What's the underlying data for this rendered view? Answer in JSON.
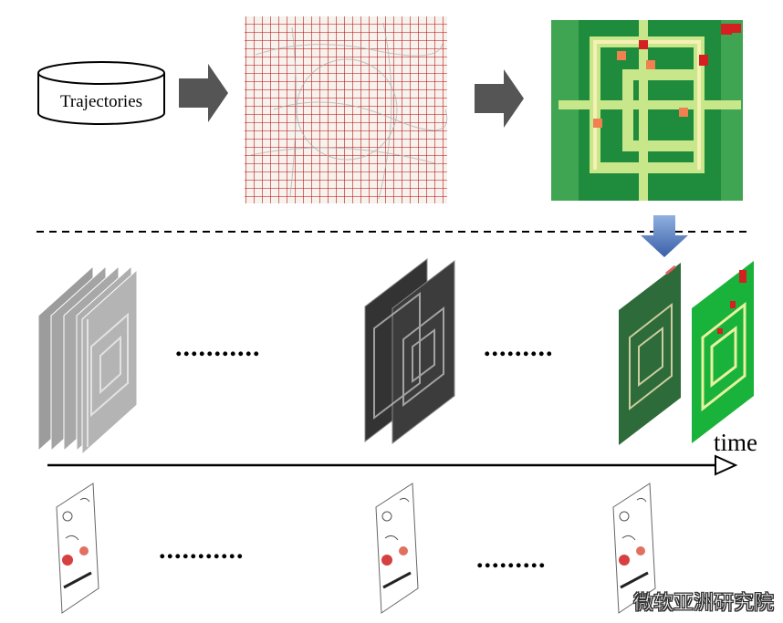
{
  "labels": {
    "trajectories": "Trajectories",
    "time": "time",
    "ellipsis": "...........",
    "ellipsis_short": "........."
  },
  "watermark": "微软亚洲研究院",
  "colors": {
    "arrow": "#555555",
    "down_arrow": "#4a6fb5",
    "grid_red": "#c00000",
    "heat_dark": "#1a8a3a",
    "heat_light": "#f4f0b0",
    "heat_hot": "#d42020"
  },
  "icons": {
    "database": "database-icon",
    "weather_card": "weather-card-icon"
  }
}
